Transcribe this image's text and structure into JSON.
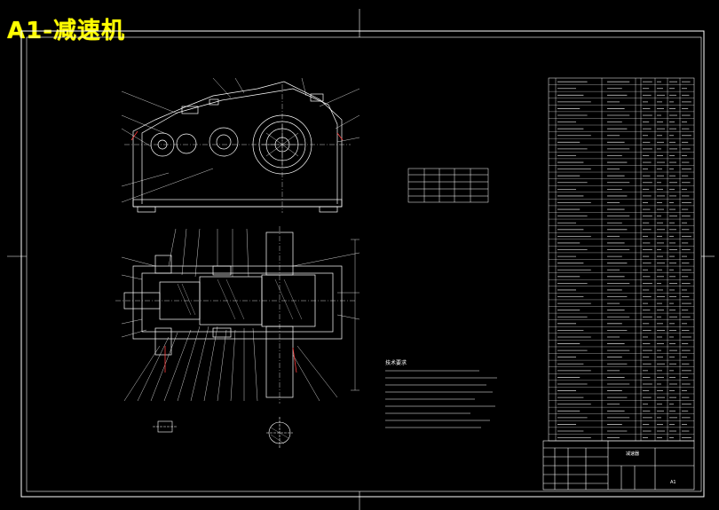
{
  "title": "A1-减速机",
  "notes": {
    "heading": "技术要求"
  },
  "title_block": {
    "name_cell": "减速器",
    "drawing_no": "A1"
  },
  "colors": {
    "background": "#000000",
    "lines": "#ffffff",
    "title": "#ffff00",
    "accent": "#ff3b3b"
  }
}
